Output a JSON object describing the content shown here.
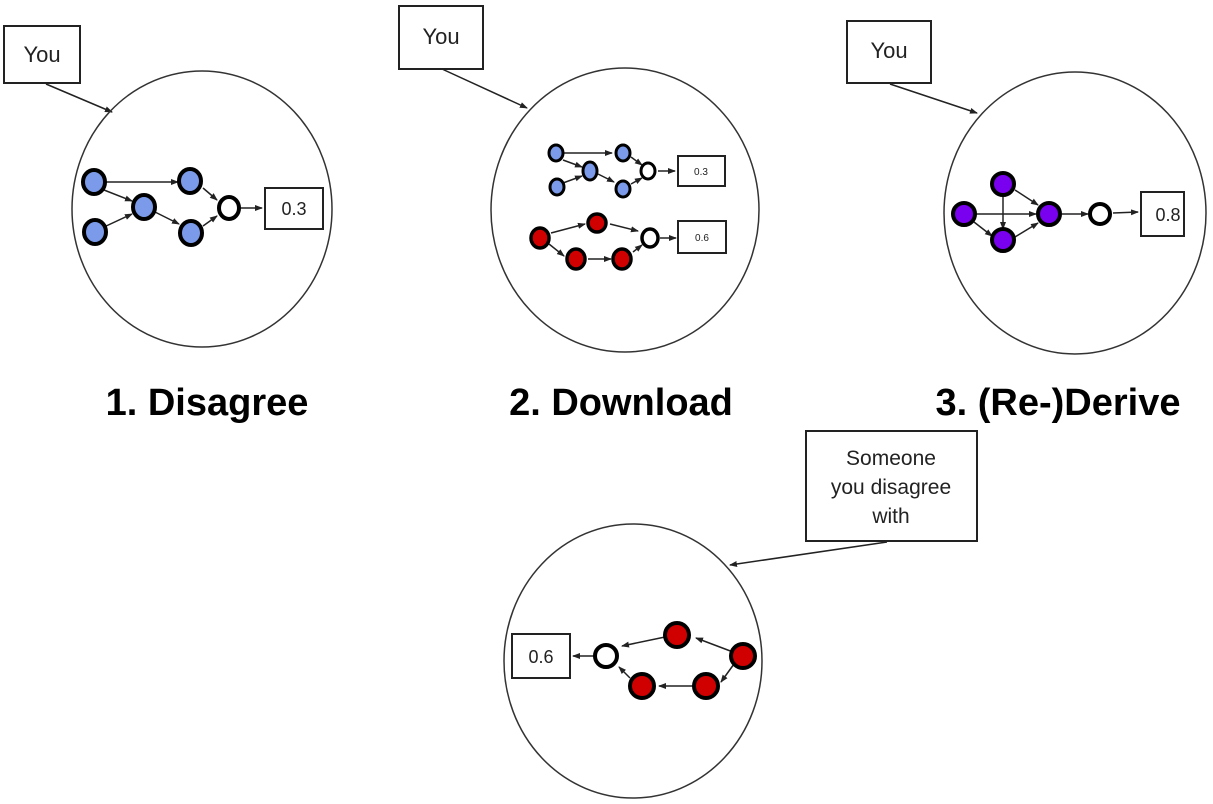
{
  "colors": {
    "blue": "#7b9bea",
    "red": "#d10000",
    "purple": "#7a00f0"
  },
  "panels": [
    {
      "id": "disagree",
      "owner_label": "You",
      "caption": "1. Disagree",
      "graphs": [
        {
          "node_color": "blue",
          "output_value": "0.3"
        }
      ]
    },
    {
      "id": "download",
      "owner_label": "You",
      "caption": "2. Download",
      "graphs": [
        {
          "node_color": "blue",
          "output_value": "0.3"
        },
        {
          "node_color": "red",
          "output_value": "0.6"
        }
      ]
    },
    {
      "id": "rederive",
      "owner_label": "You",
      "caption": "3. (Re-)Derive",
      "graphs": [
        {
          "node_color": "purple",
          "output_value": "0.8"
        }
      ]
    },
    {
      "id": "other",
      "owner_label_lines": [
        "Someone",
        "you disagree",
        "with"
      ],
      "graphs": [
        {
          "node_color": "red",
          "output_value": "0.6"
        }
      ]
    }
  ]
}
